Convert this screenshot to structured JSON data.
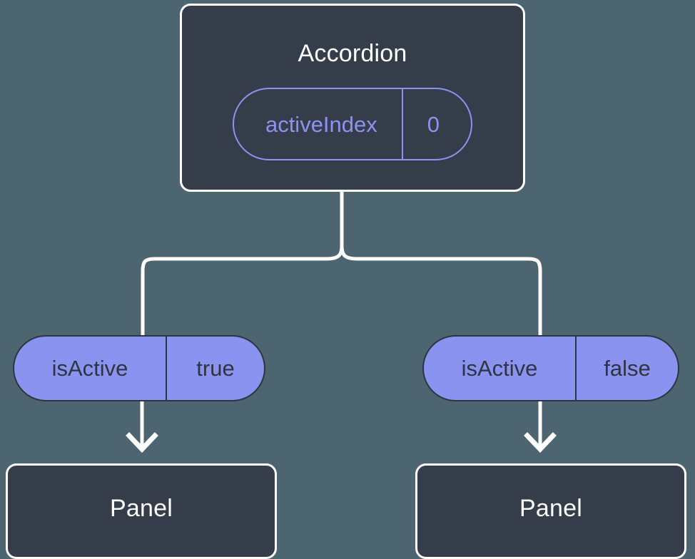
{
  "diagram": {
    "type": "component-tree",
    "background_color": "#4c6570",
    "node_fill_color": "#353c4a",
    "node_stroke_color": "#ffffff",
    "accent_color": "#8b93f0",
    "pill_text_color": "#2e3440",
    "connector_color": "#ffffff"
  },
  "root": {
    "title": "Accordion",
    "state_pill": {
      "key": "activeIndex",
      "value": "0"
    }
  },
  "branches": [
    {
      "prop_pill": {
        "key": "isActive",
        "value": "true"
      },
      "child": {
        "title": "Panel"
      }
    },
    {
      "prop_pill": {
        "key": "isActive",
        "value": "false"
      },
      "child": {
        "title": "Panel"
      }
    }
  ]
}
